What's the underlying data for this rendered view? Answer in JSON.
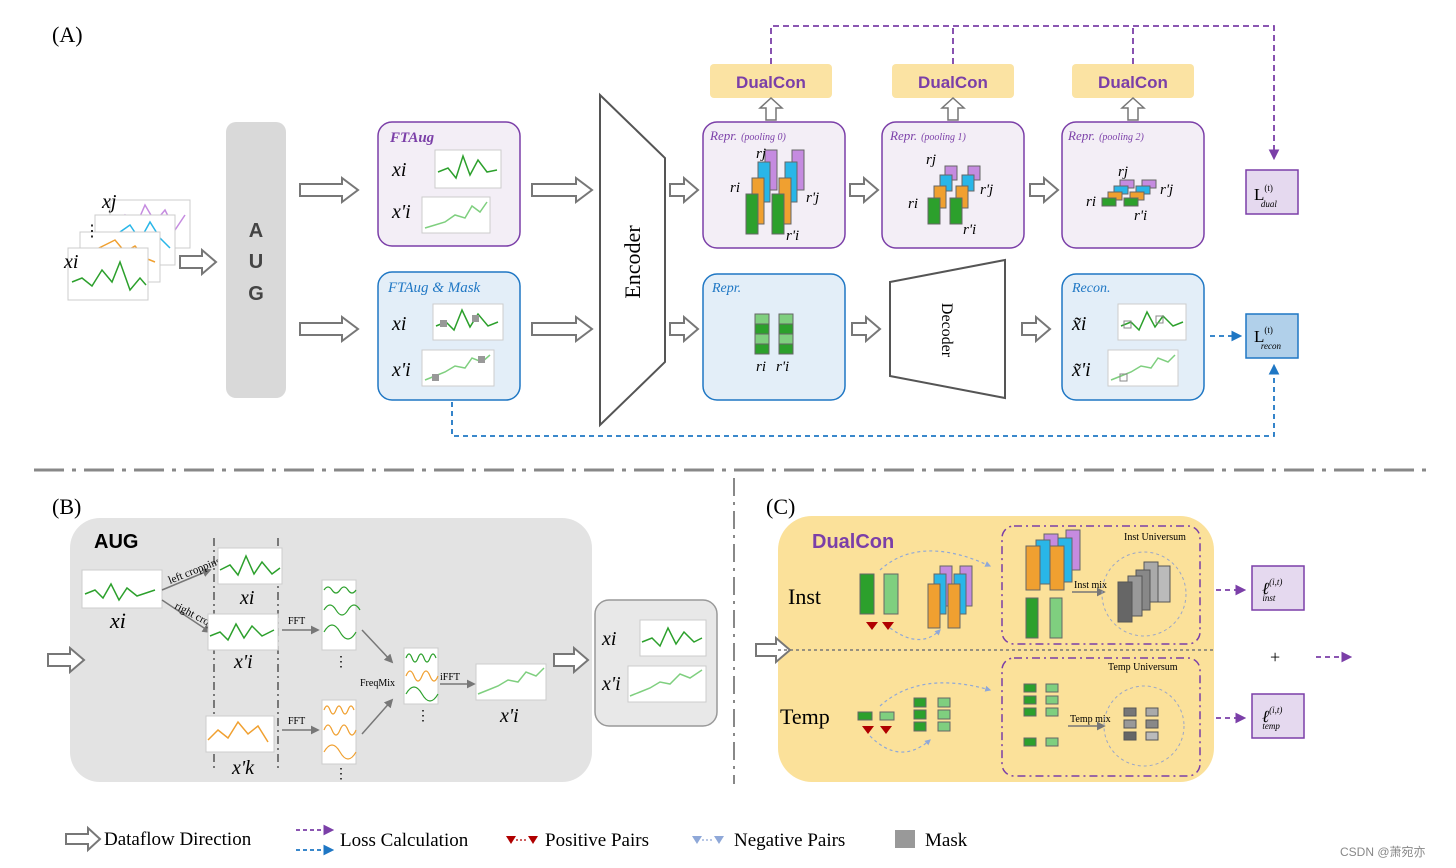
{
  "panels": {
    "a": "(A)",
    "b": "(B)",
    "c": "(C)"
  },
  "panel_a": {
    "aug_letters": [
      "A",
      "U",
      "G"
    ],
    "input_labels": {
      "xj": "xj",
      "dots": "⋮",
      "xi": "xi"
    },
    "ftaug_title": "FTAug",
    "ftaug_mask_title": "FTAug & Mask",
    "xi": "xi",
    "xpi": "x'i",
    "encoder": "Encoder",
    "decoder": "Decoder",
    "dualcon": "DualCon",
    "repr": "Repr.",
    "pooling": [
      "(pooling 0)",
      "(pooling 1)",
      "(pooling 2)"
    ],
    "rj": "rj",
    "ri": "ri",
    "rpj": "r'j",
    "rpi": "r'i",
    "recon_title": "Recon.",
    "xi_tilde": "x̃i",
    "xpi_tilde": "x̃'i",
    "loss_dual": "L",
    "loss_dual_sup": "(t)",
    "loss_dual_sub": "dual",
    "loss_recon": "L",
    "loss_recon_sup": "(t)",
    "loss_recon_sub": "recon"
  },
  "panel_b": {
    "title": "AUG",
    "left_cropping": "left cropping",
    "right_cropping": "right cropping",
    "fft": "FFT",
    "freqmix": "FreqMix",
    "ifft": "iFFT",
    "xi": "xi",
    "xpi": "x'i",
    "xpk": "x'k",
    "dots": "⋮"
  },
  "panel_c": {
    "title": "DualCon",
    "inst": "Inst",
    "temp": "Temp",
    "inst_universum": "Inst Universum",
    "temp_universum": "Temp Universum",
    "inst_mix": "Inst mix",
    "temp_mix": "Temp mix",
    "loss_inst": "ℓ",
    "loss_inst_sup": "(i,t)",
    "loss_inst_sub": "inst",
    "loss_temp": "ℓ",
    "loss_temp_sup": "(i,t)",
    "loss_temp_sub": "temp",
    "plus": "+"
  },
  "legend": {
    "dataflow": "Dataflow Direction",
    "loss": "Loss Calculation",
    "positive": "Positive Pairs",
    "negative": "Negative Pairs",
    "mask": "Mask"
  },
  "watermark": "CSDN @萧宛亦",
  "colors": {
    "purple": "#7b3fa8",
    "blue": "#1f77c4",
    "green": "#2ca02c",
    "orange": "#f0a030",
    "cyan": "#29b6e8",
    "violet": "#c58be0",
    "dualcon_bg": "#fbe3a3",
    "gray_box": "#d9d9d9",
    "purple_box_bg": "#f3eef6",
    "blue_box_bg": "#e3eef8",
    "panel_c_bg": "#fbe19a"
  }
}
